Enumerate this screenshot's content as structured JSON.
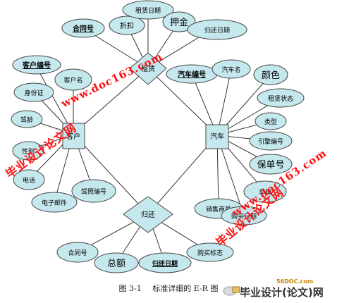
{
  "entities": {
    "customer": "客户",
    "car": "汽车"
  },
  "relations": {
    "rent": "租赁",
    "return": "归还"
  },
  "attributes": {
    "contract_no": "合同号",
    "discount": "折扣",
    "rent_date": "租赁日期",
    "deposit": "押金",
    "return_date": "归还日期",
    "customer_no": "客户编号",
    "customer_name": "客户名",
    "id_card": "身份证",
    "driving_age": "驾龄",
    "gender": "性别",
    "phone": "电话",
    "email": "电子邮件",
    "license_no": "驾照编号",
    "car_no": "汽车编号",
    "car_name": "汽车名",
    "color": "颜色",
    "rent_status": "租赁状态",
    "type": "类型",
    "engine_no": "引擎编号",
    "policy_no": "保单号",
    "plate": "车牌",
    "sales_company": "销售商号",
    "purchase_date": "购买日期",
    "return_contract_no": "合同号",
    "total": "总额",
    "return_return_date": "归还日期",
    "purchase_flag": "购买标志"
  },
  "caption": {
    "number": "图 3-1",
    "text": "标准详细的 E-R 图"
  },
  "watermark": {
    "url": "www.doc163.com",
    "cn": "毕业设计论文网"
  },
  "branding": {
    "small": "56DOC.com",
    "name": "毕业设计(论文)网"
  },
  "colors": {
    "shape_fill": "#c5e8ee",
    "shape_stroke": "#444444",
    "edge": "#333333",
    "watermark": "#ff1010"
  }
}
